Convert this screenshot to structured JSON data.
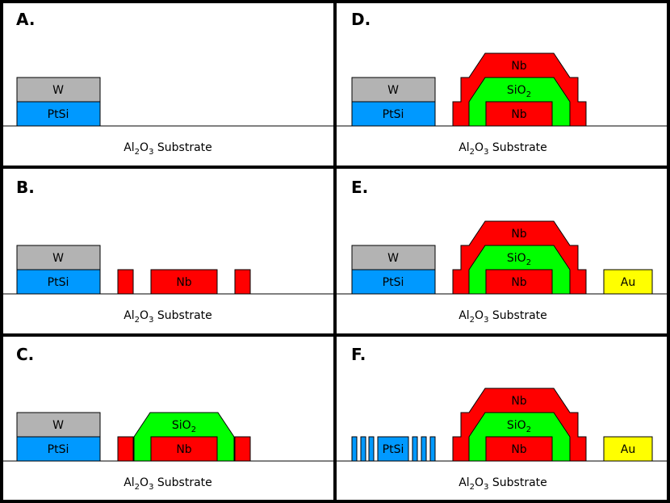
{
  "colors": {
    "W": "#b3b3b3",
    "PtSi": "#0099ff",
    "Nb": "#ff0000",
    "SiO2": "#00ff00",
    "Au": "#ffff00"
  },
  "panels": [
    {
      "letter": "A.",
      "substrate": {
        "base": "Al",
        "s1": "2",
        "mid": "O",
        "s2": "3",
        "tail": " Substrate"
      }
    },
    {
      "letter": "D.",
      "substrate": {
        "base": "Al",
        "s1": "2",
        "mid": "O",
        "s2": "3",
        "tail": " Substrate"
      }
    },
    {
      "letter": "B.",
      "substrate": {
        "base": "Al",
        "s1": "2",
        "mid": "O",
        "s2": "3",
        "tail": " Substrate"
      }
    },
    {
      "letter": "E.",
      "substrate": {
        "base": "Al",
        "s1": "2",
        "mid": "O",
        "s2": "3",
        "tail": " Substrate"
      }
    },
    {
      "letter": "C.",
      "substrate": {
        "base": "Al",
        "s1": "2",
        "mid": "O",
        "s2": "3",
        "tail": " Substrate"
      }
    },
    {
      "letter": "F.",
      "substrate": {
        "base": "Al",
        "s1": "2",
        "mid": "O",
        "s2": "3",
        "tail": " Substrate"
      }
    }
  ],
  "labels": {
    "W": "W",
    "PtSi": "PtSi",
    "Nb": "Nb",
    "SiO_base": "SiO",
    "SiO_sub": "2",
    "Au": "Au"
  }
}
